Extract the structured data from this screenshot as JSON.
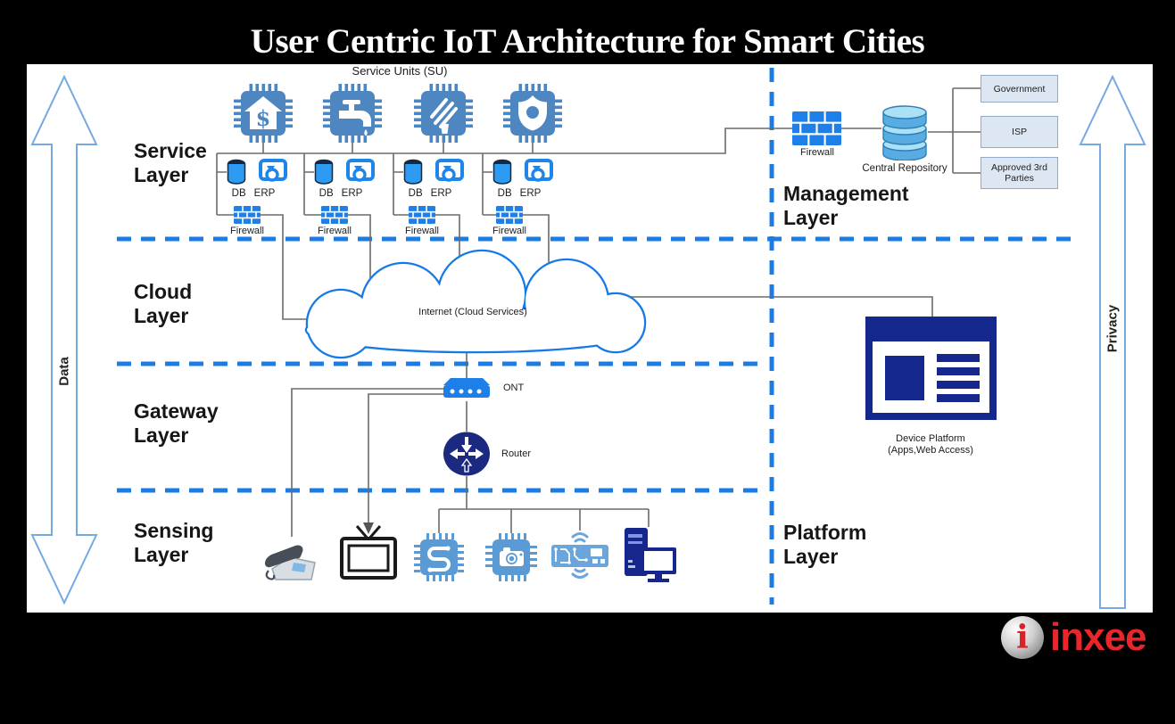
{
  "title": "User Centric IoT Architecture for Smart Cities",
  "side_arrows": {
    "left_label": "Data",
    "right_label": "Privacy"
  },
  "layer_labels": {
    "service": {
      "line1": "Service",
      "line2": "Layer"
    },
    "cloud": {
      "line1": "Cloud",
      "line2": "Layer"
    },
    "gateway": {
      "line1": "Gateway",
      "line2": "Layer"
    },
    "sensing": {
      "line1": "Sensing",
      "line2": "Layer"
    },
    "management": {
      "line1": "Management",
      "line2": "Layer"
    },
    "platform": {
      "line1": "Platform",
      "line2": "Layer"
    }
  },
  "service_layer": {
    "units_title": "Service Units (SU)",
    "unit_icons": [
      "finance-chip-icon",
      "water-chip-icon",
      "energy-chip-icon",
      "security-chip-icon"
    ],
    "finance_symbol": "$",
    "db_label": "DB",
    "erp_label": "ERP",
    "firewall_label": "Firewall"
  },
  "cloud_layer": {
    "cloud_label": "Internet (Cloud Services)"
  },
  "gateway_layer": {
    "ont_label": "ONT",
    "router_label": "Router"
  },
  "sensing_layer": {
    "device_icons": [
      "telephone-icon",
      "television-icon",
      "sensor-chip-icon",
      "camera-chip-icon",
      "circuit-board-icon",
      "computer-icon"
    ]
  },
  "management_layer": {
    "firewall_label": "Firewall",
    "repository_label": "Central Repository",
    "entities": [
      "Government",
      "ISP",
      "Approved 3rd Parties"
    ]
  },
  "platform_layer": {
    "device_platform_line1": "Device Platform",
    "device_platform_line2": "(Apps,Web Access)"
  },
  "logo": {
    "badge_letter": "i",
    "text": "inxee"
  },
  "colors": {
    "dash_blue": "#1d7ce4",
    "chip_blue": "#4d86c0",
    "icon_blue": "#1e7fe8",
    "sensor_blue": "#5b9bd5",
    "navy": "#14278c",
    "logo_red": "#e8262c"
  }
}
